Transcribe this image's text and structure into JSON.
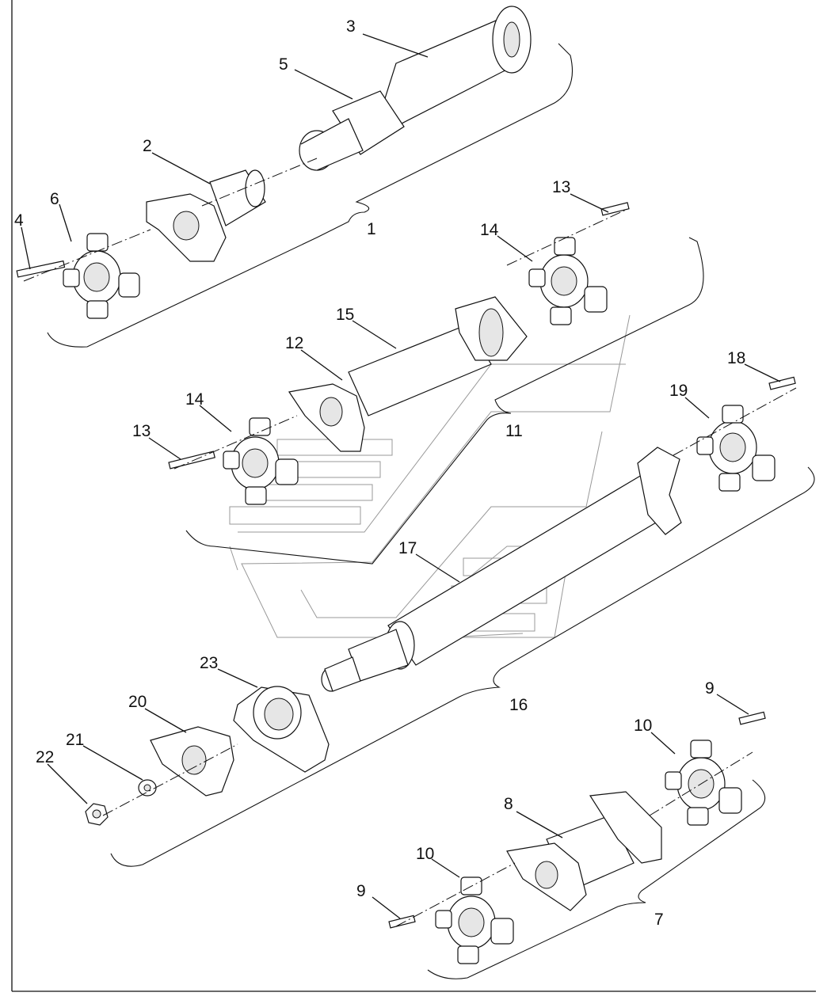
{
  "diagram": {
    "callouts": [
      {
        "id": "c1",
        "label": "1"
      },
      {
        "id": "c2",
        "label": "2"
      },
      {
        "id": "c3",
        "label": "3"
      },
      {
        "id": "c4",
        "label": "4"
      },
      {
        "id": "c5",
        "label": "5"
      },
      {
        "id": "c6",
        "label": "6"
      },
      {
        "id": "c7",
        "label": "7"
      },
      {
        "id": "c8",
        "label": "8"
      },
      {
        "id": "c9a",
        "label": "9"
      },
      {
        "id": "c9b",
        "label": "9"
      },
      {
        "id": "c10a",
        "label": "10"
      },
      {
        "id": "c10b",
        "label": "10"
      },
      {
        "id": "c11",
        "label": "11"
      },
      {
        "id": "c12",
        "label": "12"
      },
      {
        "id": "c13a",
        "label": "13"
      },
      {
        "id": "c13b",
        "label": "13"
      },
      {
        "id": "c14a",
        "label": "14"
      },
      {
        "id": "c14b",
        "label": "14"
      },
      {
        "id": "c15",
        "label": "15"
      },
      {
        "id": "c16",
        "label": "16"
      },
      {
        "id": "c17",
        "label": "17"
      },
      {
        "id": "c18",
        "label": "18"
      },
      {
        "id": "c19",
        "label": "19"
      },
      {
        "id": "c20",
        "label": "20"
      },
      {
        "id": "c21",
        "label": "21"
      },
      {
        "id": "c22",
        "label": "22"
      },
      {
        "id": "c23",
        "label": "23"
      }
    ]
  }
}
